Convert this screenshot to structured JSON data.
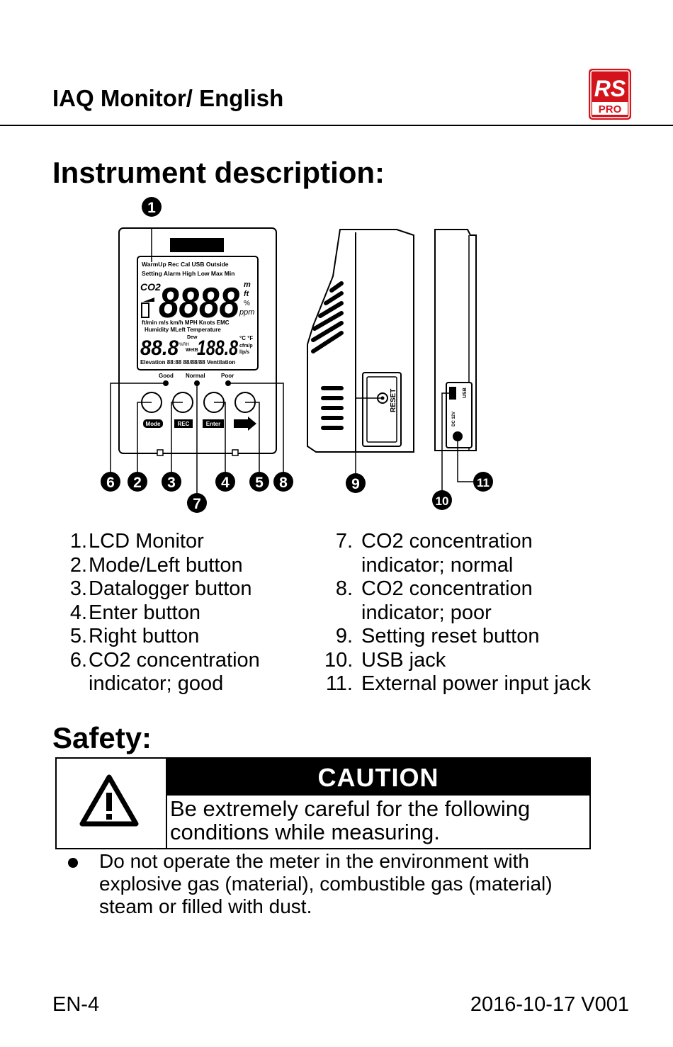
{
  "header": {
    "title": "IAQ Monitor/ English",
    "logo_top": "RS",
    "logo_bottom": "PRO",
    "logo_color": "#d4141c"
  },
  "section_instrument": {
    "title": "Instrument description:"
  },
  "diagram": {
    "callouts": [
      "1",
      "2",
      "3",
      "4",
      "5",
      "6",
      "7",
      "8",
      "9",
      "10",
      "11"
    ],
    "lcd_lines": {
      "row1": "WarmUp  Rec  Cal  USB  Outside",
      "row2": "Setting  Alarm  High  Low  Max  Min",
      "co2": "CO2",
      "big_digits": "8888",
      "units_right": [
        "m",
        "ft",
        "%",
        "ppm"
      ],
      "row3": "ft/min m/s km/h MPH Knots EMC",
      "row4": "Humidity  MLeft  Temperature",
      "small_left": "88.8",
      "small_right": "188.8",
      "dew": "Dew",
      "wetb": "WetB",
      "temp_units": "°C °F",
      "flow_units": [
        "cfm/p",
        "l/p/s"
      ],
      "rh": "%RH",
      "row5": "Elevation  88:88  88/88/88  Ventilation"
    },
    "indicators": [
      "Good",
      "Normal",
      "Poor"
    ],
    "button_labels": [
      "Mode",
      "REC",
      "Enter"
    ],
    "side_labels": {
      "reset": "RESET",
      "usb": "USB",
      "dc": "DC 12V"
    }
  },
  "items_left": [
    {
      "num": "1.",
      "text": "LCD Monitor"
    },
    {
      "num": "2.",
      "text": "Mode/Left button"
    },
    {
      "num": "3.",
      "text": "Datalogger button"
    },
    {
      "num": "4.",
      "text": "Enter button"
    },
    {
      "num": "5.",
      "text": "Right button"
    },
    {
      "num": "6.",
      "text": "CO2 concentration"
    },
    {
      "num": "",
      "text": "indicator; good"
    }
  ],
  "items_right": [
    {
      "num": "7.",
      "text": "CO2 concentration"
    },
    {
      "num": "",
      "text": "indicator; normal"
    },
    {
      "num": "8.",
      "text": "CO2 concentration"
    },
    {
      "num": "",
      "text": "indicator; poor"
    },
    {
      "num": "9.",
      "text": "Setting reset button"
    },
    {
      "num": "10.",
      "text": "USB jack"
    },
    {
      "num": "11.",
      "text": "External power input jack"
    }
  ],
  "section_safety": {
    "title": "Safety:"
  },
  "caution": {
    "heading": "CAUTION",
    "line1": "Be extremely careful for the following",
    "line2": "conditions while measuring."
  },
  "bullets": [
    {
      "line1": "Do not operate the meter in the environment with",
      "line2": "explosive gas (material), combustible gas (material)",
      "line3": "steam or filled with dust."
    }
  ],
  "footer": {
    "page": "EN-4",
    "version": "2016-10-17 V001"
  }
}
